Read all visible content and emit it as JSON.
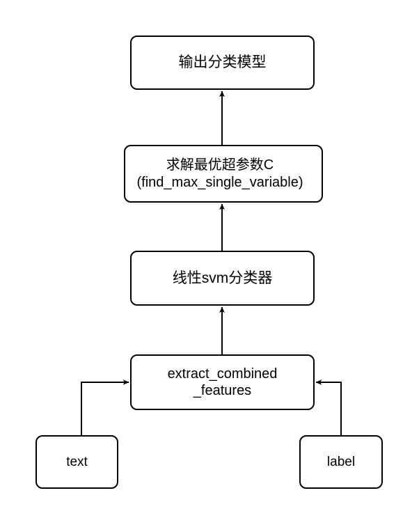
{
  "diagram": {
    "type": "flowchart",
    "title": "",
    "background_color": "#ffffff",
    "stroke_color": "#000000",
    "fill_color": "#ffffff",
    "nodes": [
      {
        "id": "output-model",
        "text": "输出分类模型",
        "shape": "rounded-rectangle"
      },
      {
        "id": "solve-c",
        "text": "求解最优超参数C\n(find_max_single_variable)",
        "shape": "rounded-rectangle"
      },
      {
        "id": "linear-svm",
        "text": "线性svm分类器",
        "shape": "rounded-rectangle"
      },
      {
        "id": "extract-features",
        "text": "extract_combined\n_features",
        "shape": "rounded-rectangle"
      },
      {
        "id": "text",
        "text": "text",
        "shape": "rounded-rectangle"
      },
      {
        "id": "label",
        "text": "label",
        "shape": "rounded-rectangle"
      }
    ],
    "edges": [
      {
        "id": "edge-text-to-extract",
        "from": "text",
        "to": "extract-features",
        "style": "elbow",
        "arrow": "end"
      },
      {
        "id": "edge-label-to-extract",
        "from": "label",
        "to": "extract-features",
        "style": "elbow",
        "arrow": "end"
      },
      {
        "id": "edge-extract-to-svm",
        "from": "extract-features",
        "to": "linear-svm",
        "style": "straight",
        "arrow": "end"
      },
      {
        "id": "edge-svm-to-solve-c",
        "from": "linear-svm",
        "to": "solve-c",
        "style": "straight",
        "arrow": "end"
      },
      {
        "id": "edge-solve-c-to-output",
        "from": "solve-c",
        "to": "output-model",
        "style": "straight",
        "arrow": "end"
      }
    ]
  }
}
